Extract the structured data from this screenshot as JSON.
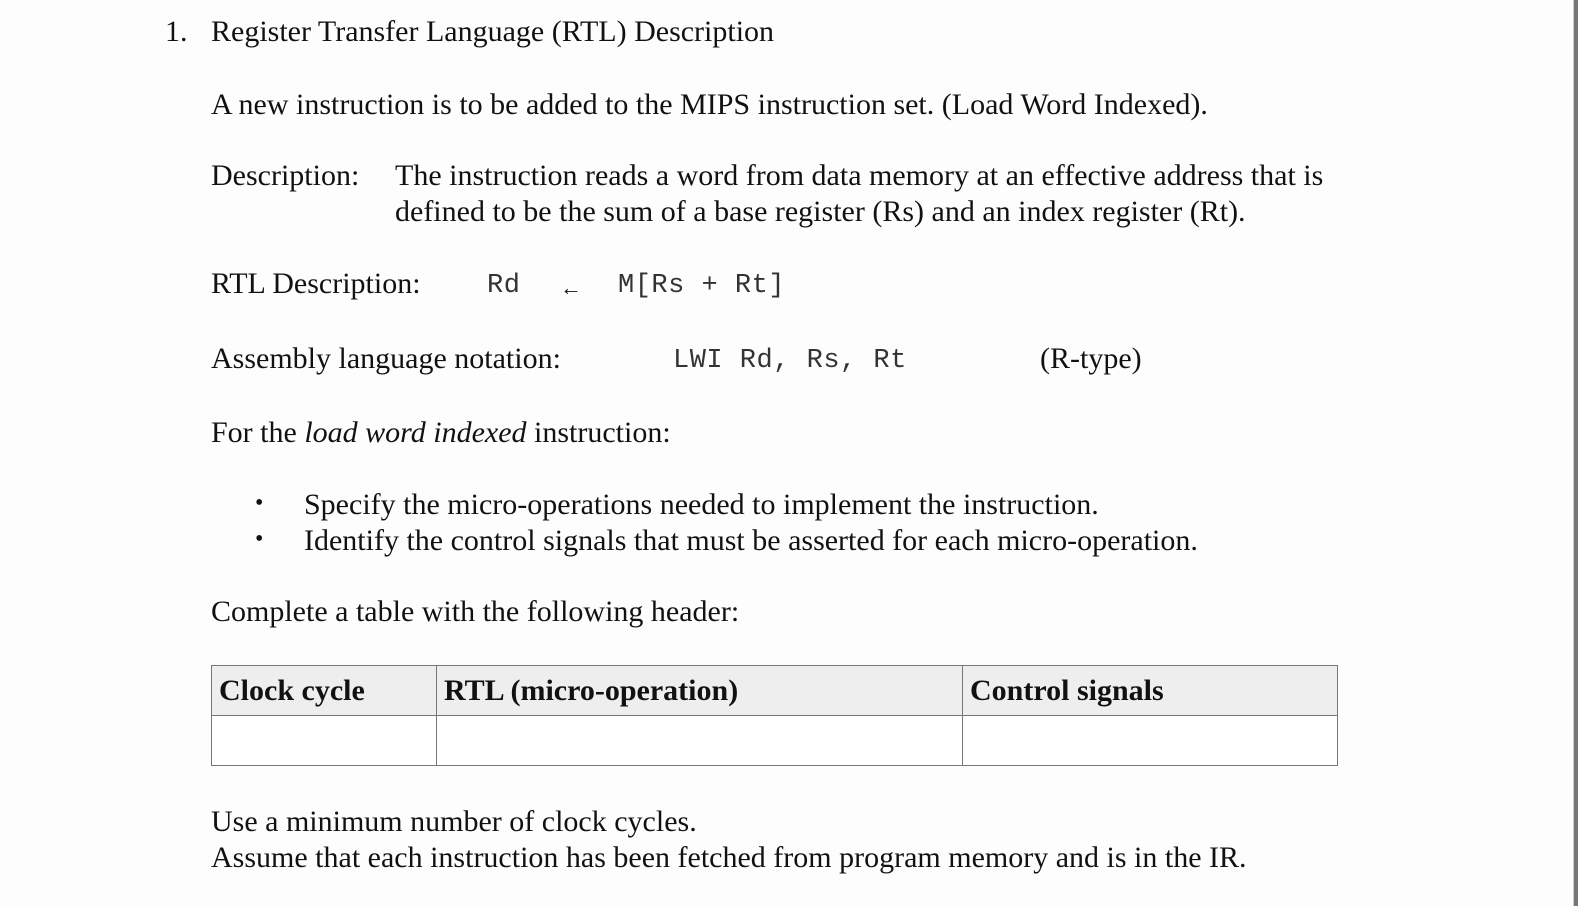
{
  "heading": {
    "number": "1.",
    "title": "Register Transfer Language (RTL) Description"
  },
  "intro": "A new instruction is to be added to the MIPS instruction set.   (Load Word Indexed).",
  "description": {
    "label": "Description:",
    "line1": "The instruction reads a word from data memory at an effective address that is",
    "line2": "defined to be the sum of a base register (Rs) and an index register (Rt)."
  },
  "rtl": {
    "label": "RTL Description:",
    "dest": "Rd",
    "arrow": "←",
    "expr": "M[Rs + Rt]"
  },
  "assembly": {
    "label": "Assembly language notation:",
    "code": "LWI Rd, Rs, Rt",
    "type": "(R-type)"
  },
  "for_line": {
    "prefix": "For the ",
    "italic": "load word indexed",
    "suffix": " instruction:"
  },
  "bullets": [
    "Specify the micro-operations needed to implement the instruction.",
    "Identify the control signals that must be asserted for each micro-operation."
  ],
  "table_intro": "Complete a table with the following header:",
  "table": {
    "headers": [
      "Clock cycle",
      "RTL (micro-operation)",
      "Control signals"
    ],
    "rows": [
      [
        "",
        "",
        ""
      ]
    ]
  },
  "footer": {
    "line1": "Use a minimum number of clock cycles.",
    "line2": "Assume that each instruction has been fetched from program memory and is in the IR."
  }
}
